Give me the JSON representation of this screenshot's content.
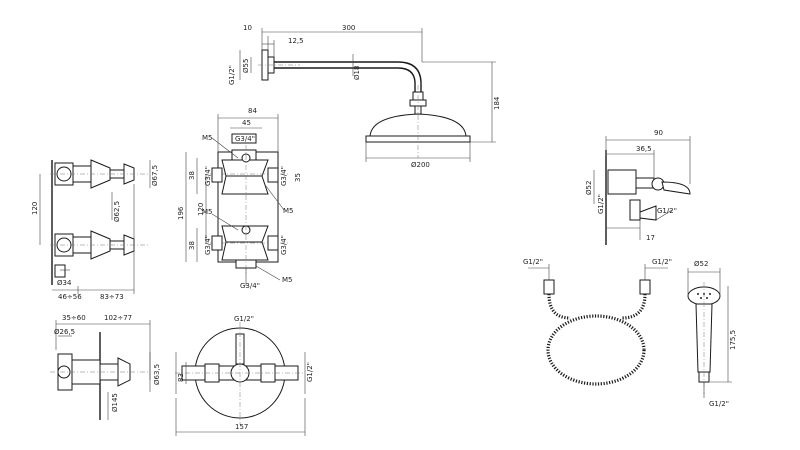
{
  "shower_arm": {
    "length": "300",
    "wall_offset": "10",
    "flange_depth": "12,5",
    "thread": "G1/2\"",
    "flange_dia": "Ø55",
    "arm_dia": "Ø18",
    "height": "184",
    "head_dia": "Ø200"
  },
  "valve_front": {
    "width": "84",
    "inner_width": "45",
    "outlet_top": "G3/4\"",
    "outlet_bottom": "G3/4\"",
    "screw_1": "M5",
    "screw_2": "M5",
    "screw_3": "M5",
    "screw_4": "M5",
    "spacing_top": "38",
    "spacing_bottom": "38",
    "height_total": "196",
    "height_mid": "120",
    "port_left_top": "G3/4\"",
    "port_right_top": "G3/4\"",
    "port_left_bottom": "G3/4\"",
    "port_right_bottom": "G3/4\"",
    "right_small": "35"
  },
  "valve_side": {
    "knob_dia": "Ø67,5",
    "rosette_dia": "Ø62,5",
    "center_dist": "120",
    "body_dia": "Ø34",
    "depth_left": "46÷56",
    "depth_right": "83÷73"
  },
  "diverter": {
    "depth_left": "35÷60",
    "depth_right": "102÷77",
    "bush_dia": "Ø26,5",
    "knob_dia": "Ø63,5",
    "plate_dia": "Ø145"
  },
  "mixer_front": {
    "thread_top": "G1/2\"",
    "height_small": "83",
    "thread_right": "G1/2\"",
    "width": "157"
  },
  "wall_outlet": {
    "width": "90",
    "depth": "36,5",
    "dia": "Ø52",
    "thread_left": "G1/2\"",
    "thread_right": "G1/2\"",
    "offset": "17"
  },
  "hose": {
    "thread_left": "G1/2\"",
    "thread_right": "G1/2\""
  },
  "hand_shower": {
    "head_dia": "Ø52",
    "length": "175,5",
    "thread": "G1/2\""
  }
}
